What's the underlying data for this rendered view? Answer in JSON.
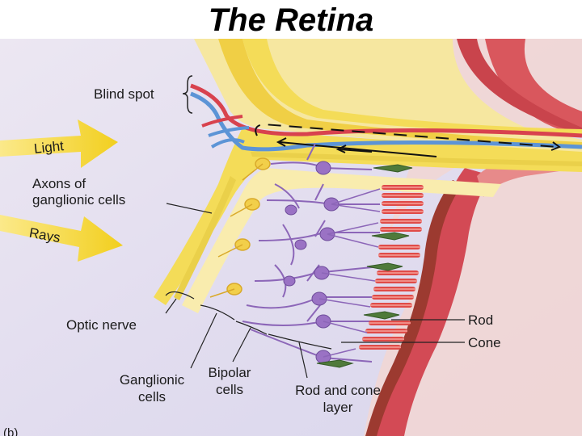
{
  "title": "The Retina",
  "labels": {
    "blind_spot": "Blind spot",
    "light": "Light",
    "axons_line1": "Axons of",
    "axons_line2": "ganglionic cells",
    "rays": "Rays",
    "optic_nerve": "Optic nerve",
    "rod": "Rod",
    "cone": "Cone",
    "ganglionic_line1": "Ganglionic",
    "ganglionic_line2": "cells",
    "bipolar_line1": "Bipolar",
    "bipolar_line2": "cells",
    "rodcone_line1": "Rod and cone",
    "rodcone_line2": "layer",
    "figure_ref": "(b)"
  },
  "colors": {
    "background": "#e4e0ef",
    "nerve_yellow": "#f4dc58",
    "neuron_purple": "#8c66b8",
    "rod_red": "#e04b48",
    "cone_green": "#4f7a3a",
    "vessel_red": "#d8424e",
    "vessel_blue": "#5c94d6",
    "arrow_yellow": "#f2d42a"
  }
}
